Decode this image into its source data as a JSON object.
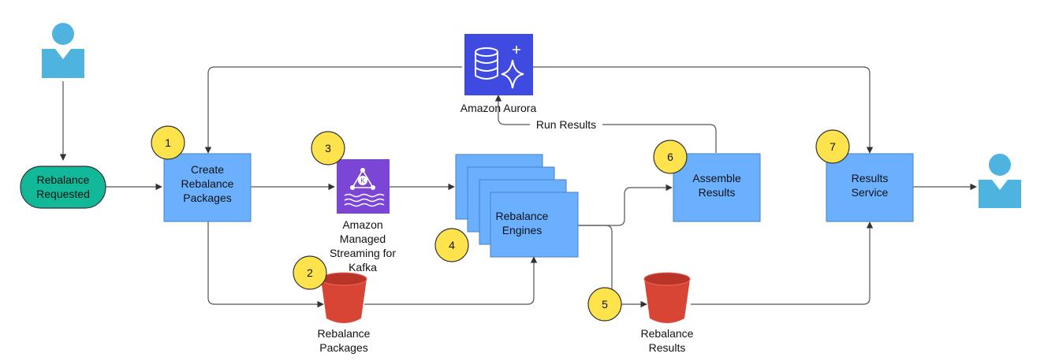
{
  "nodes": {
    "start": {
      "line1": "Rebalance",
      "line2": "Requested"
    },
    "create": {
      "line1": "Create",
      "line2": "Rebalance",
      "line3": "Packages"
    },
    "kafka": {
      "line1": "Amazon",
      "line2": "Managed",
      "line3": "Streaming for",
      "line4": "Kafka",
      "icon": "kafka-icon"
    },
    "aurora": {
      "label": "Amazon Aurora",
      "icon": "aurora-database-icon"
    },
    "engines": {
      "line1": "Rebalance",
      "line2": "Engines"
    },
    "assemble": {
      "line1": "Assemble",
      "line2": "Results"
    },
    "results_service": {
      "line1": "Results",
      "line2": "Service"
    },
    "bucket_packages": {
      "line1": "Rebalance",
      "line2": "Packages",
      "icon": "s3-bucket-icon"
    },
    "bucket_results": {
      "line1": "Rebalance",
      "line2": "Results",
      "icon": "s3-bucket-icon"
    },
    "user_left": {
      "icon": "user-icon"
    },
    "user_right": {
      "icon": "user-icon"
    }
  },
  "edges": {
    "run_results": "Run Results"
  },
  "steps": [
    "1",
    "2",
    "3",
    "4",
    "5",
    "6",
    "7"
  ],
  "colors": {
    "process_blue": "#6ab0ff",
    "process_border": "#4a7fc0",
    "start_green": "#12b89a",
    "user_blue": "#4fb3e0",
    "badge_yellow": "#ffe34d",
    "kafka_purple": "#7b45d6",
    "aurora_blue": "#3f4be0",
    "bucket_red": "#d94535",
    "line_gray": "#555555"
  }
}
